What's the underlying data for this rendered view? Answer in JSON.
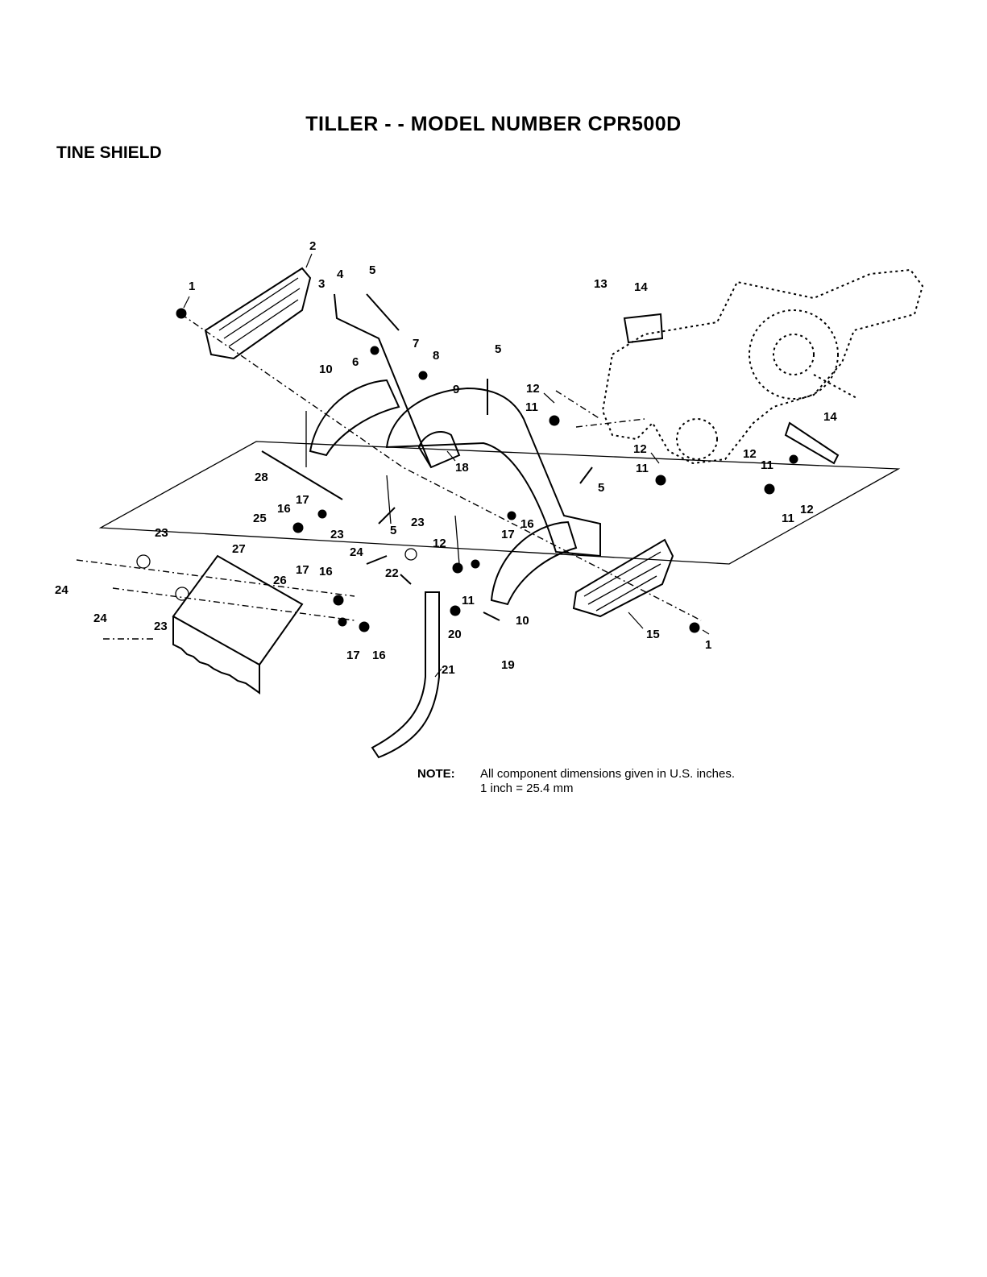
{
  "header": {
    "title": "TILLER - - MODEL NUMBER CPR500D",
    "section": "TINE SHIELD"
  },
  "callouts": [
    "1",
    "2",
    "3",
    "4",
    "5",
    "6",
    "7",
    "8",
    "9",
    "10",
    "11",
    "12",
    "13",
    "14",
    "15",
    "16",
    "17",
    "18",
    "19",
    "20",
    "21",
    "22",
    "23",
    "24",
    "25",
    "26",
    "27",
    "28"
  ],
  "note": {
    "label": "NOTE:",
    "line1": "All component dimensions given in U.S. inches.",
    "line2": "1 inch = 25.4 mm"
  }
}
